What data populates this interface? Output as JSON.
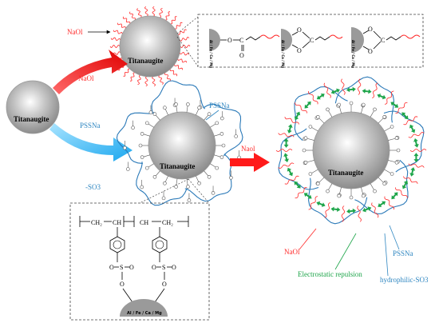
{
  "particle_name": "Titanaugite",
  "reagents": {
    "naol_top": "NaOl",
    "naol_arrow": "NaOl",
    "pssna": "PSSNa",
    "pssna_chain": "PSSNa",
    "naol_mid": "Naol",
    "so3_left": "-SO3",
    "naol_bottom": "NaOl",
    "pssna_bottom": "PSSNa"
  },
  "annotations": {
    "electrostatic": "Electrostatic repulsion",
    "hydrophilic": "hydrophilic-SO3"
  },
  "metal_site": "Al / Fe / Ca / Mg",
  "structure": {
    "ch2": "CH₂",
    "ch": "CH",
    "s": "S",
    "o": "O"
  },
  "colors": {
    "naol": "#ff2a2a",
    "pssna": "#2e86c1",
    "repulsion": "#1ea54a",
    "chain": "#2a79b8",
    "particle": "#b3b3b3"
  }
}
